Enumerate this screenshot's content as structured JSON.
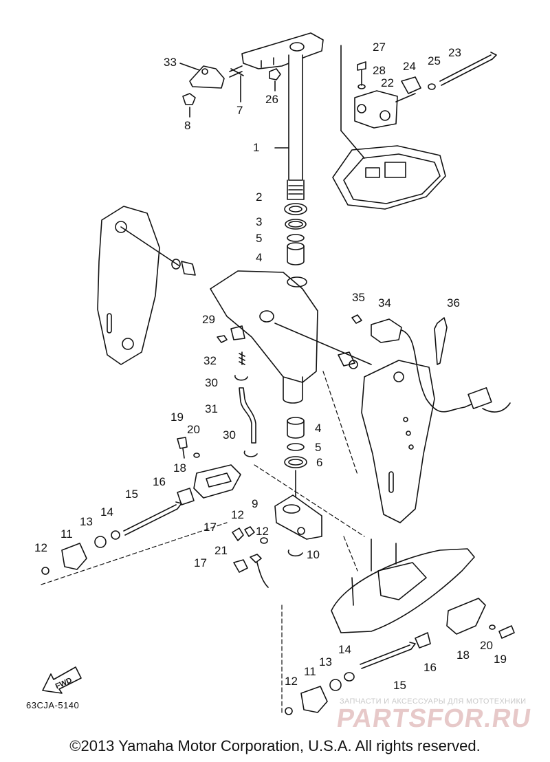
{
  "diagram": {
    "callouts": [
      {
        "id": "c1",
        "text": "1"
      },
      {
        "id": "c2",
        "text": "2"
      },
      {
        "id": "c3",
        "text": "3"
      },
      {
        "id": "c5a",
        "text": "5"
      },
      {
        "id": "c4a",
        "text": "4"
      },
      {
        "id": "c7",
        "text": "7"
      },
      {
        "id": "c8",
        "text": "8"
      },
      {
        "id": "c26",
        "text": "26"
      },
      {
        "id": "c33",
        "text": "33"
      },
      {
        "id": "c27",
        "text": "27"
      },
      {
        "id": "c28",
        "text": "28"
      },
      {
        "id": "c24",
        "text": "24"
      },
      {
        "id": "c25",
        "text": "25"
      },
      {
        "id": "c23",
        "text": "23"
      },
      {
        "id": "c22",
        "text": "22"
      },
      {
        "id": "c35",
        "text": "35"
      },
      {
        "id": "c34",
        "text": "34"
      },
      {
        "id": "c36",
        "text": "36"
      },
      {
        "id": "c29",
        "text": "29"
      },
      {
        "id": "c32",
        "text": "32"
      },
      {
        "id": "c30a",
        "text": "30"
      },
      {
        "id": "c31",
        "text": "31"
      },
      {
        "id": "c4b",
        "text": "4"
      },
      {
        "id": "c5b",
        "text": "5"
      },
      {
        "id": "c6",
        "text": "6"
      },
      {
        "id": "c19a",
        "text": "19"
      },
      {
        "id": "c20a",
        "text": "20"
      },
      {
        "id": "c30b",
        "text": "30"
      },
      {
        "id": "c18a",
        "text": "18"
      },
      {
        "id": "c16a",
        "text": "16"
      },
      {
        "id": "c15a",
        "text": "15"
      },
      {
        "id": "c9",
        "text": "9"
      },
      {
        "id": "c12a",
        "text": "12"
      },
      {
        "id": "c14a",
        "text": "14"
      },
      {
        "id": "c13a",
        "text": "13"
      },
      {
        "id": "c11a",
        "text": "11"
      },
      {
        "id": "c12b",
        "text": "12"
      },
      {
        "id": "c17a",
        "text": "17"
      },
      {
        "id": "c12c",
        "text": "12"
      },
      {
        "id": "c21",
        "text": "21"
      },
      {
        "id": "c10",
        "text": "10"
      },
      {
        "id": "c17b",
        "text": "17"
      },
      {
        "id": "c18b",
        "text": "18"
      },
      {
        "id": "c20b",
        "text": "20"
      },
      {
        "id": "c19b",
        "text": "19"
      },
      {
        "id": "c14b",
        "text": "14"
      },
      {
        "id": "c16b",
        "text": "16"
      },
      {
        "id": "c13b",
        "text": "13"
      },
      {
        "id": "c11b",
        "text": "11"
      },
      {
        "id": "c15b",
        "text": "15"
      },
      {
        "id": "c12d",
        "text": "12"
      }
    ],
    "fwd_label": "FWD",
    "drawing_code": "63CJA-5140"
  },
  "watermark": {
    "tagline": "ЗАПЧАСТИ И АКСЕССУАРЫ ДЛЯ МОТОТЕХНИКИ",
    "logo": "PARTSFOR.RU"
  },
  "footer": {
    "copyright": "©2013 Yamaha Motor Corporation, U.S.A. All rights reserved."
  }
}
